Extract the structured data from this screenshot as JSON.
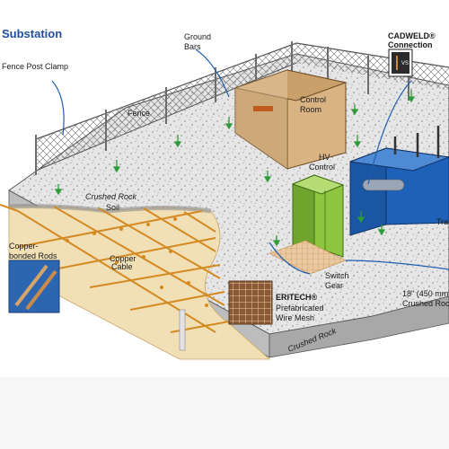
{
  "title": "Substation",
  "labels": {
    "fence_post_clamp": "Fence Post Clamp",
    "ground_bars_1": "Ground",
    "ground_bars_2": "Bars",
    "cadweld_1": "CADWELD®",
    "cadweld_2": "Connection",
    "cadweld_badge": "VS",
    "fence": "Fence",
    "control_room_1": "Control",
    "control_room_2": "Room",
    "hv_control_1": "HV",
    "hv_control_2": "Control",
    "crushed_rock": "Crushed Rock",
    "soil": "Soil",
    "copper_rods_1": "Copper-",
    "copper_rods_2": "bonded Rods",
    "copper_cable_1": "Copper",
    "copper_cable_2": "Cable",
    "switch_gear_1": "Switch",
    "switch_gear_2": "Gear",
    "eritech_1": "ERITECH®",
    "eritech_2": "Prefabricated",
    "eritech_3": "Wire Mesh",
    "depth_1": "18\" (450 mm)",
    "depth_2": "Crushed Rock",
    "edge_crushed_rock": "Crushed Rock",
    "transformer_partial": "Tra"
  },
  "colors": {
    "title": "#1f4e9c",
    "gravel": "#e6e6e6",
    "soil": "#f1dfb6",
    "copper": "#d48a22",
    "ground_arrow": "#2f9a3a",
    "blue_line": "#1f5fb0",
    "transformer": "#1d62b8",
    "hv_cabinet": "#8ec63f"
  }
}
